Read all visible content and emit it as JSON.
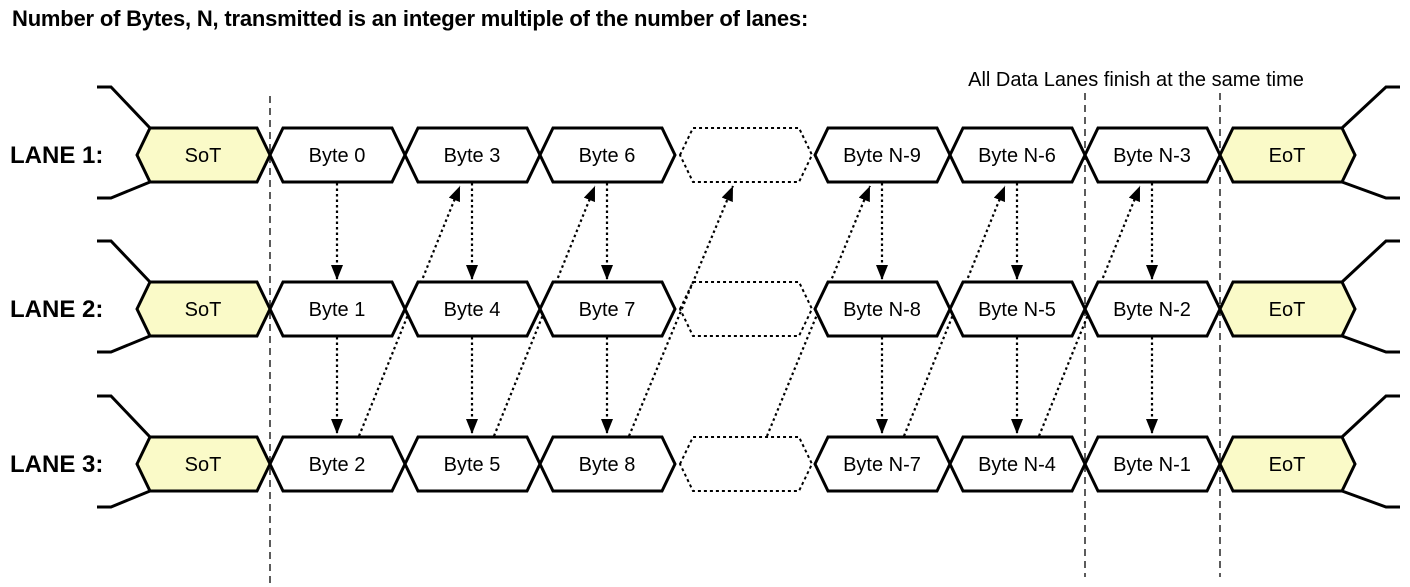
{
  "title": "Number of Bytes, N, transmitted is an integer multiple of the number of lanes:",
  "annotation": "All Data Lanes finish at the same time",
  "colors": {
    "packet_marker_fill": "#FAFAC8",
    "byte_fill": "#FFFFFF",
    "outline": "#000000",
    "background": "#FFFFFF"
  },
  "lanes": [
    {
      "label": "LANE 1:",
      "segments": [
        "SoT",
        "Byte 0",
        "Byte 3",
        "Byte 6",
        "",
        "Byte N-9",
        "Byte N-6",
        "Byte N-3",
        "EoT"
      ]
    },
    {
      "label": "LANE 2:",
      "segments": [
        "SoT",
        "Byte 1",
        "Byte 4",
        "Byte 7",
        "",
        "Byte N-8",
        "Byte N-5",
        "Byte N-2",
        "EoT"
      ]
    },
    {
      "label": "LANE 3:",
      "segments": [
        "SoT",
        "Byte 2",
        "Byte 5",
        "Byte 8",
        "",
        "Byte N-7",
        "Byte N-4",
        "Byte N-1",
        "EoT"
      ]
    }
  ]
}
